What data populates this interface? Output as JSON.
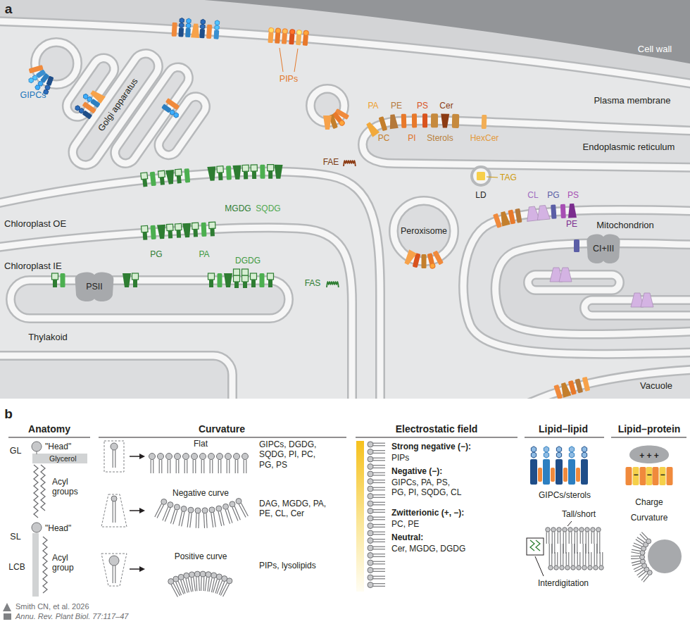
{
  "diagram": {
    "nodes": [
      {
        "text": [
          "Peroxisome"
        ]
      },
      {
        "text": [
          "CI+III"
        ]
      },
      {
        "text": [
          "PSII"
        ]
      }
    ],
    "labels": [
      "a",
      "GIPCs",
      "PIPs",
      "Golgi apparatus",
      "Cell wall",
      "Plasma membrane",
      "PA",
      "PE",
      "PS",
      "Cer",
      "PC",
      "PI",
      "Sterols",
      "HexCer",
      "Endoplasmic reticulum",
      "FAE",
      "TAG",
      "LD",
      "CL",
      "PG",
      "PS",
      "PE",
      "Mitochondrion",
      "Chloroplast OE",
      "MGDG",
      "SQDG",
      "Chloroplast IE",
      "PG",
      "PA",
      "DGDG",
      "FAS",
      "Thylakoid",
      "Vacuole",
      "b",
      "Anatomy",
      "GL",
      "\"Head\"",
      "Glycerol",
      "Acyl groups",
      "SL",
      "\"Head\"",
      "LCB",
      "Acyl group",
      "Curvature",
      "Flat",
      "GIPCs, DGDG, SQDG, PI, PC, PG, PS",
      "Negative curve",
      "DAG, MGDG, PA, PE, CL, Cer",
      "Positive curve",
      "PIPs, lysolipids",
      "Electrostatic field",
      "Strong negative (−):",
      "PIPs",
      "Negative (−):",
      "GIPCs, PA, PS, PG, PI, SQDG, CL",
      "Zwitterionic (+, −):",
      "PC, PE",
      "Neutral:",
      "Cer, MGDG, DGDG",
      "Lipid–lipid",
      "GIPCs/sterols",
      "Tall/short",
      "Interdigitation",
      "Lipid–protein",
      "+ + +",
      "−",
      "−",
      "−",
      "Charge",
      "Curvature",
      "Smith CN, et al. 2026",
      "Annu. Rev. Plant Biol. 77:117–47"
    ]
  }
}
